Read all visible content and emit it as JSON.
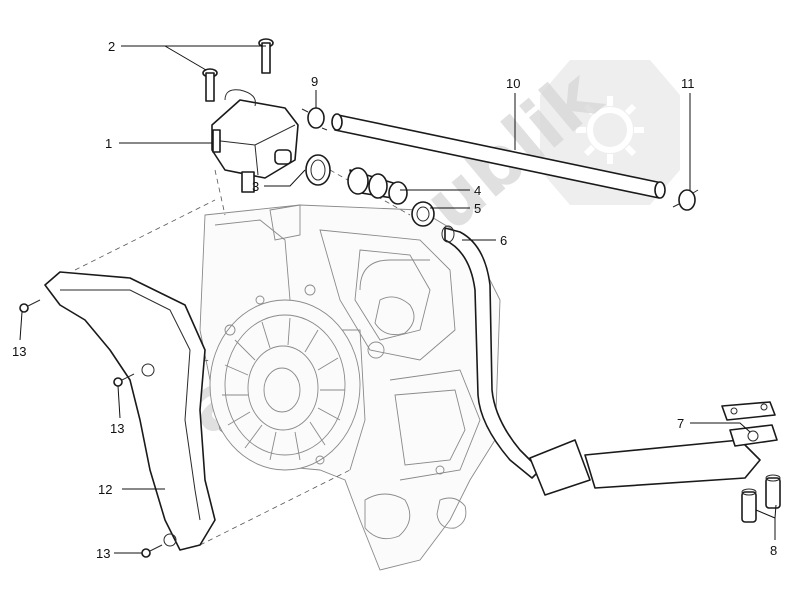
{
  "diagram": {
    "callouts": [
      {
        "id": "1",
        "text": "1"
      },
      {
        "id": "2",
        "text": "2"
      },
      {
        "id": "3",
        "text": "3"
      },
      {
        "id": "4",
        "text": "4"
      },
      {
        "id": "5",
        "text": "5"
      },
      {
        "id": "6",
        "text": "6"
      },
      {
        "id": "7",
        "text": "7"
      },
      {
        "id": "8",
        "text": "8"
      },
      {
        "id": "9",
        "text": "9"
      },
      {
        "id": "10",
        "text": "10"
      },
      {
        "id": "11",
        "text": "11"
      },
      {
        "id": "12",
        "text": "12"
      },
      {
        "id": "13a",
        "text": "13"
      },
      {
        "id": "13b",
        "text": "13"
      },
      {
        "id": "13c",
        "text": "13"
      }
    ],
    "watermark": {
      "text": "PartsRepublik",
      "icon": "gear-icon"
    },
    "colors": {
      "line": "#1a1a1a",
      "engine": "#8a8a8a",
      "watermark": "#d6d6d6"
    }
  }
}
